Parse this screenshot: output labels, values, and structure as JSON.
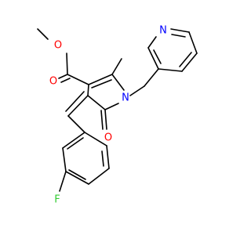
{
  "colors": {
    "bond": "#000000",
    "oxygen": "#ff0000",
    "nitrogen": "#0000ff",
    "fluorine": "#33cc33",
    "background": "#ffffff"
  },
  "atoms": {
    "O_ester_carbonyl": "O",
    "O_ester_ether": "O",
    "O_lactam": "O",
    "N_ring": "N",
    "N_pyridine": "N",
    "F": "F"
  }
}
